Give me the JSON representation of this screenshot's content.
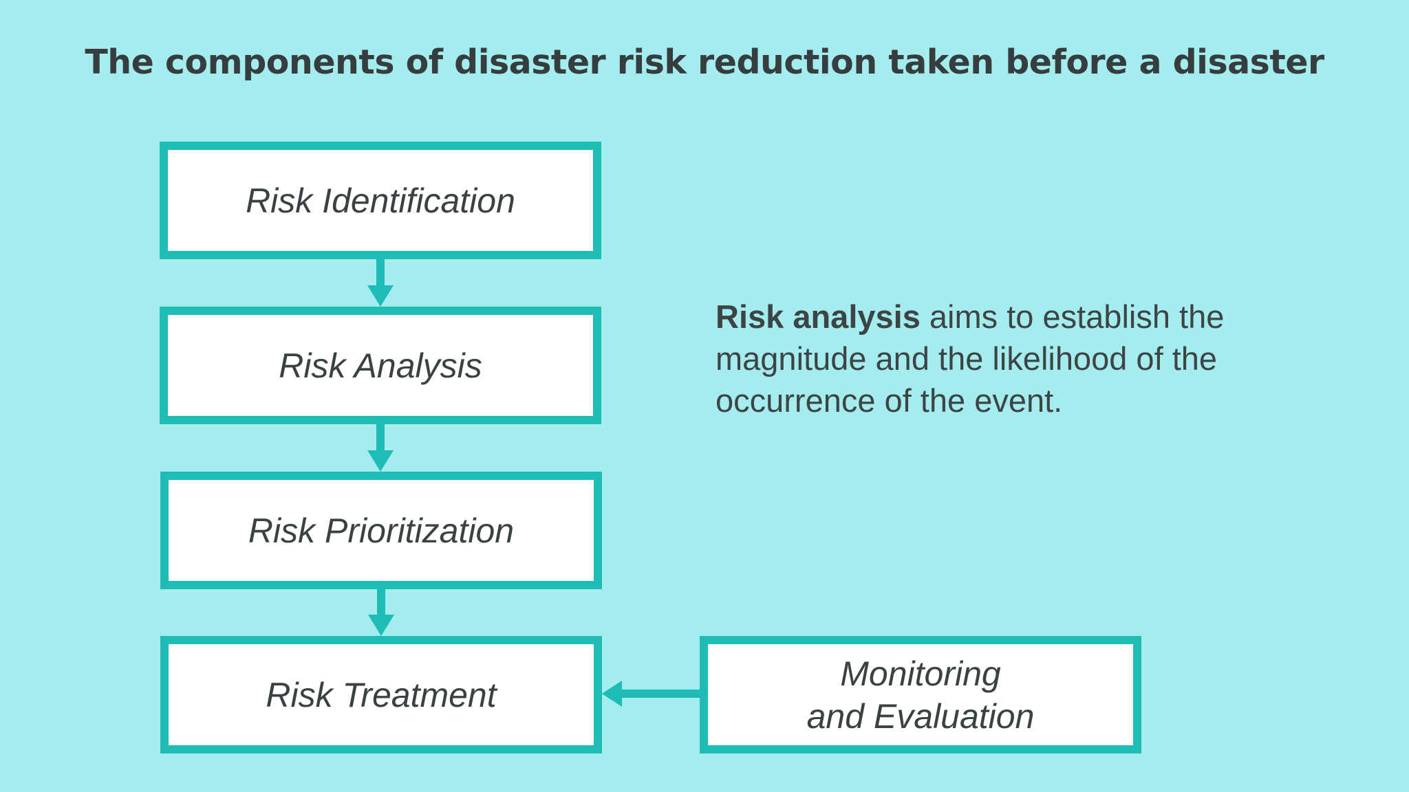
{
  "title": "The components of disaster risk reduction taken before a disaster",
  "steps": [
    {
      "label": "Risk Identification"
    },
    {
      "label": "Risk Analysis"
    },
    {
      "label": "Risk Prioritization"
    },
    {
      "label": "Risk Treatment"
    }
  ],
  "feedback": {
    "line1": "Monitoring",
    "line2": "and Evaluation"
  },
  "description": {
    "emphasis": "Risk analysis",
    "text": " aims to establish the magnitude and the likelihood of the occurrence of the event."
  },
  "colors": {
    "background": "#a5ecef",
    "accent": "#1fbcb6",
    "box_fill": "#ffffff",
    "text": "#3d4446"
  }
}
